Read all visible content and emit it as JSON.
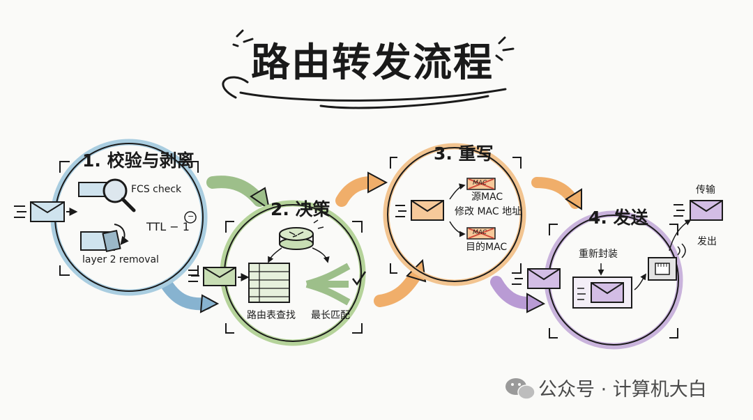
{
  "title": "路由转发流程",
  "steps": {
    "s1": {
      "heading": "1. 校验与剥离",
      "fcs": "FCS check",
      "ttl": "TTL − 1",
      "ttl_sign": "−",
      "layer2": "layer 2 removal"
    },
    "s2": {
      "heading": "2. 决策",
      "lookup": "路由表查找",
      "match": "最长匹配"
    },
    "s3": {
      "heading": "3. 重写",
      "mac_stamp": "MAC",
      "src_mac": "源MAC",
      "modify": "修改 MAC 地址",
      "dst_mac": "目的MAC"
    },
    "s4": {
      "heading": "4. 发送",
      "reencap": "重新封装",
      "transmit": "传输",
      "send_out": "发出"
    }
  },
  "colors": {
    "step1": "#a9cde0",
    "step2": "#b5d39a",
    "step3": "#f2c490",
    "step4": "#c9b3dc",
    "ink": "#1a1a1a"
  },
  "watermark": {
    "icon": "wechat-icon",
    "text": "公众号 · 计算机大白"
  }
}
